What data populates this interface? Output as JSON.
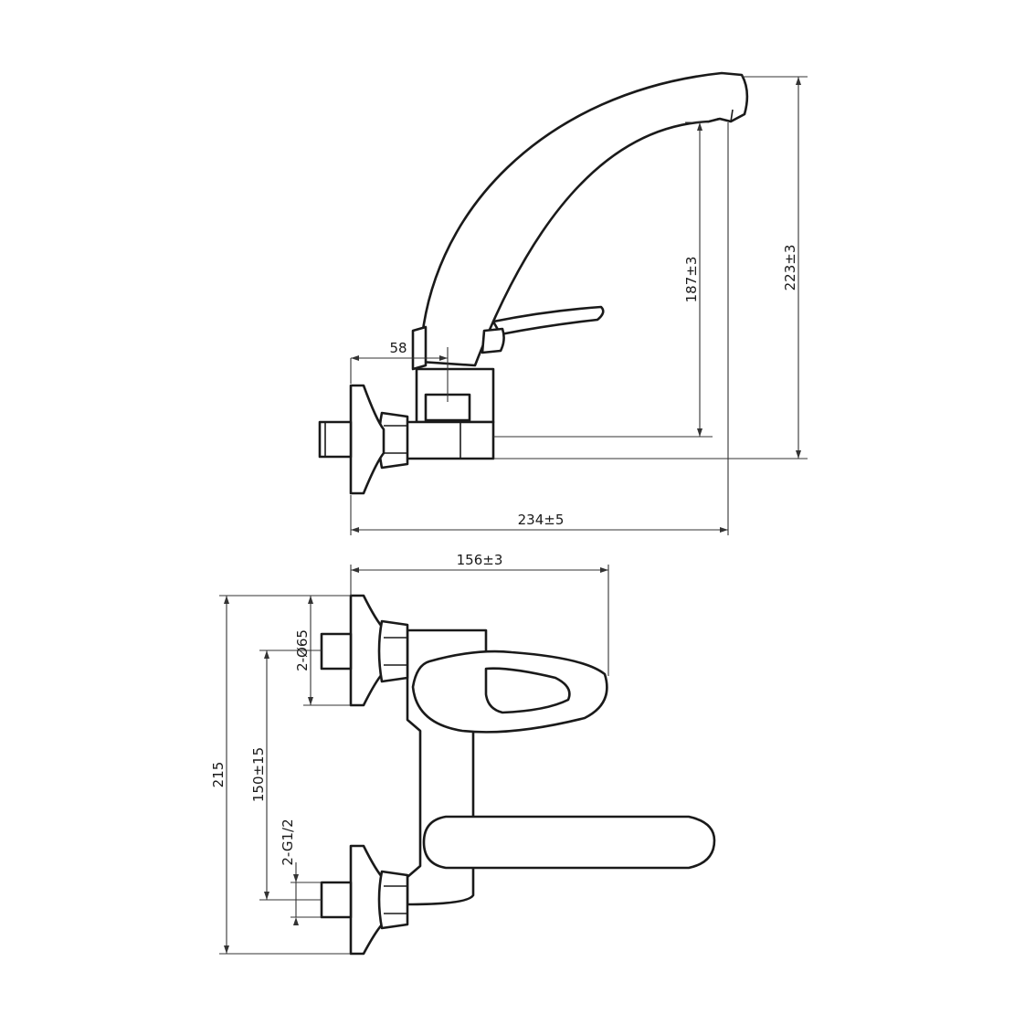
{
  "dimensions": {
    "overall_length": "234±5",
    "overall_height": "223±3",
    "spout_height": "187±3",
    "body_offset": "58",
    "width": "156±3",
    "total_height": "215",
    "eccentric_spacing": "150±15",
    "flange_diameter": "2-Ø65",
    "thread": "2-G1/2"
  },
  "colors": {
    "line": "#1a1a1a",
    "background": "#ffffff"
  }
}
